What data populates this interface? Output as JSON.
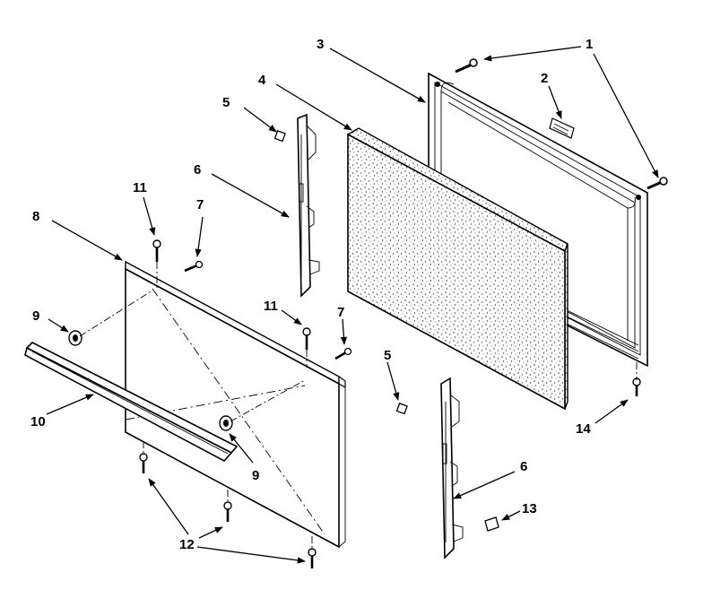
{
  "callouts": {
    "c1": "1",
    "c2": "2",
    "c3": "3",
    "c4": "4",
    "c5a": "5",
    "c5b": "5",
    "c6a": "6",
    "c6b": "6",
    "c7a": "7",
    "c7b": "7",
    "c8": "8",
    "c9a": "9",
    "c9b": "9",
    "c10": "10",
    "c11a": "11",
    "c11b": "11",
    "c12": "12",
    "c13": "13",
    "c14": "14"
  },
  "parts": [
    {
      "ref": "1",
      "icon": "screw-icon"
    },
    {
      "ref": "2",
      "icon": "label-plate-icon"
    },
    {
      "ref": "3",
      "icon": "door-liner-frame"
    },
    {
      "ref": "4",
      "icon": "insulation-pad"
    },
    {
      "ref": "5",
      "icon": "hinge-clip-icon"
    },
    {
      "ref": "6",
      "icon": "hinge-bracket"
    },
    {
      "ref": "7",
      "icon": "screw-icon"
    },
    {
      "ref": "8",
      "icon": "outer-door-panel"
    },
    {
      "ref": "9",
      "icon": "spacer-icon"
    },
    {
      "ref": "10",
      "icon": "door-handle"
    },
    {
      "ref": "11",
      "icon": "screw-icon"
    },
    {
      "ref": "12",
      "icon": "screw-icon"
    },
    {
      "ref": "13",
      "icon": "clip-icon"
    },
    {
      "ref": "14",
      "icon": "screw-icon"
    }
  ],
  "colors": {
    "line": "#000000",
    "background": "#ffffff",
    "foam_dots": "#444444"
  }
}
